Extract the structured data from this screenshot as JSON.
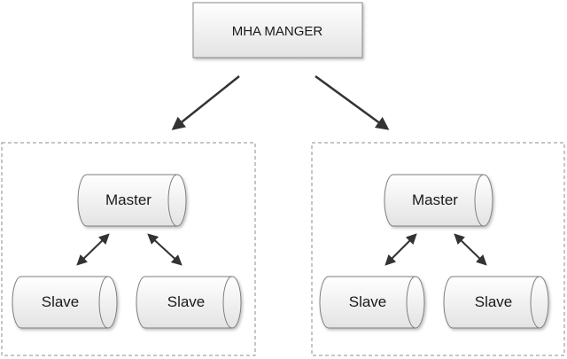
{
  "manager": {
    "label": "MHA MANGER"
  },
  "clusters": [
    {
      "master": {
        "label": "Master"
      },
      "slaves": [
        {
          "label": "Slave"
        },
        {
          "label": "Slave"
        }
      ]
    },
    {
      "master": {
        "label": "Master"
      },
      "slaves": [
        {
          "label": "Slave"
        },
        {
          "label": "Slave"
        }
      ]
    }
  ],
  "colors": {
    "node_fill_top": "#ffffff",
    "node_fill_bottom": "#e6e6e6",
    "node_stroke": "#7f7f7f",
    "arrow": "#333333",
    "group_border": "#8c8c8c",
    "text": "#1a1a1a"
  }
}
